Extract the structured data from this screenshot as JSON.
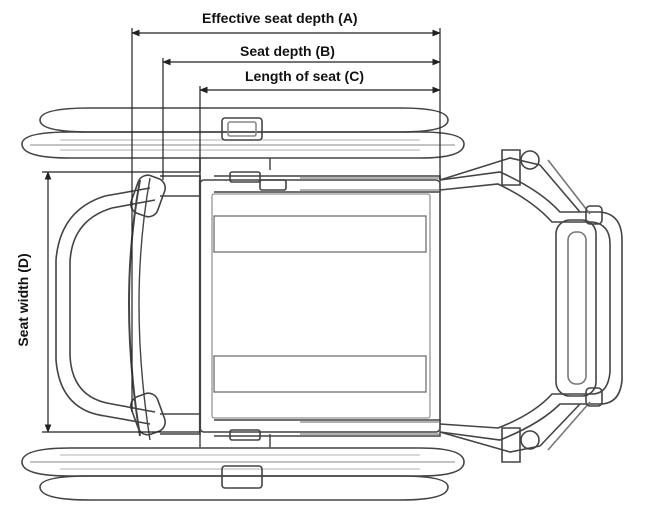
{
  "labels": {
    "effective_seat_depth": "Effective seat depth (A)",
    "seat_depth": "Seat depth (B)",
    "length_of_seat": "Length of seat (C)",
    "seat_width": "Seat width (D)"
  },
  "colors": {
    "line": "#222222",
    "frame": "#444444",
    "light": "#9a9a9a"
  },
  "icons": {
    "arrowhead": "arrowhead-icon"
  }
}
